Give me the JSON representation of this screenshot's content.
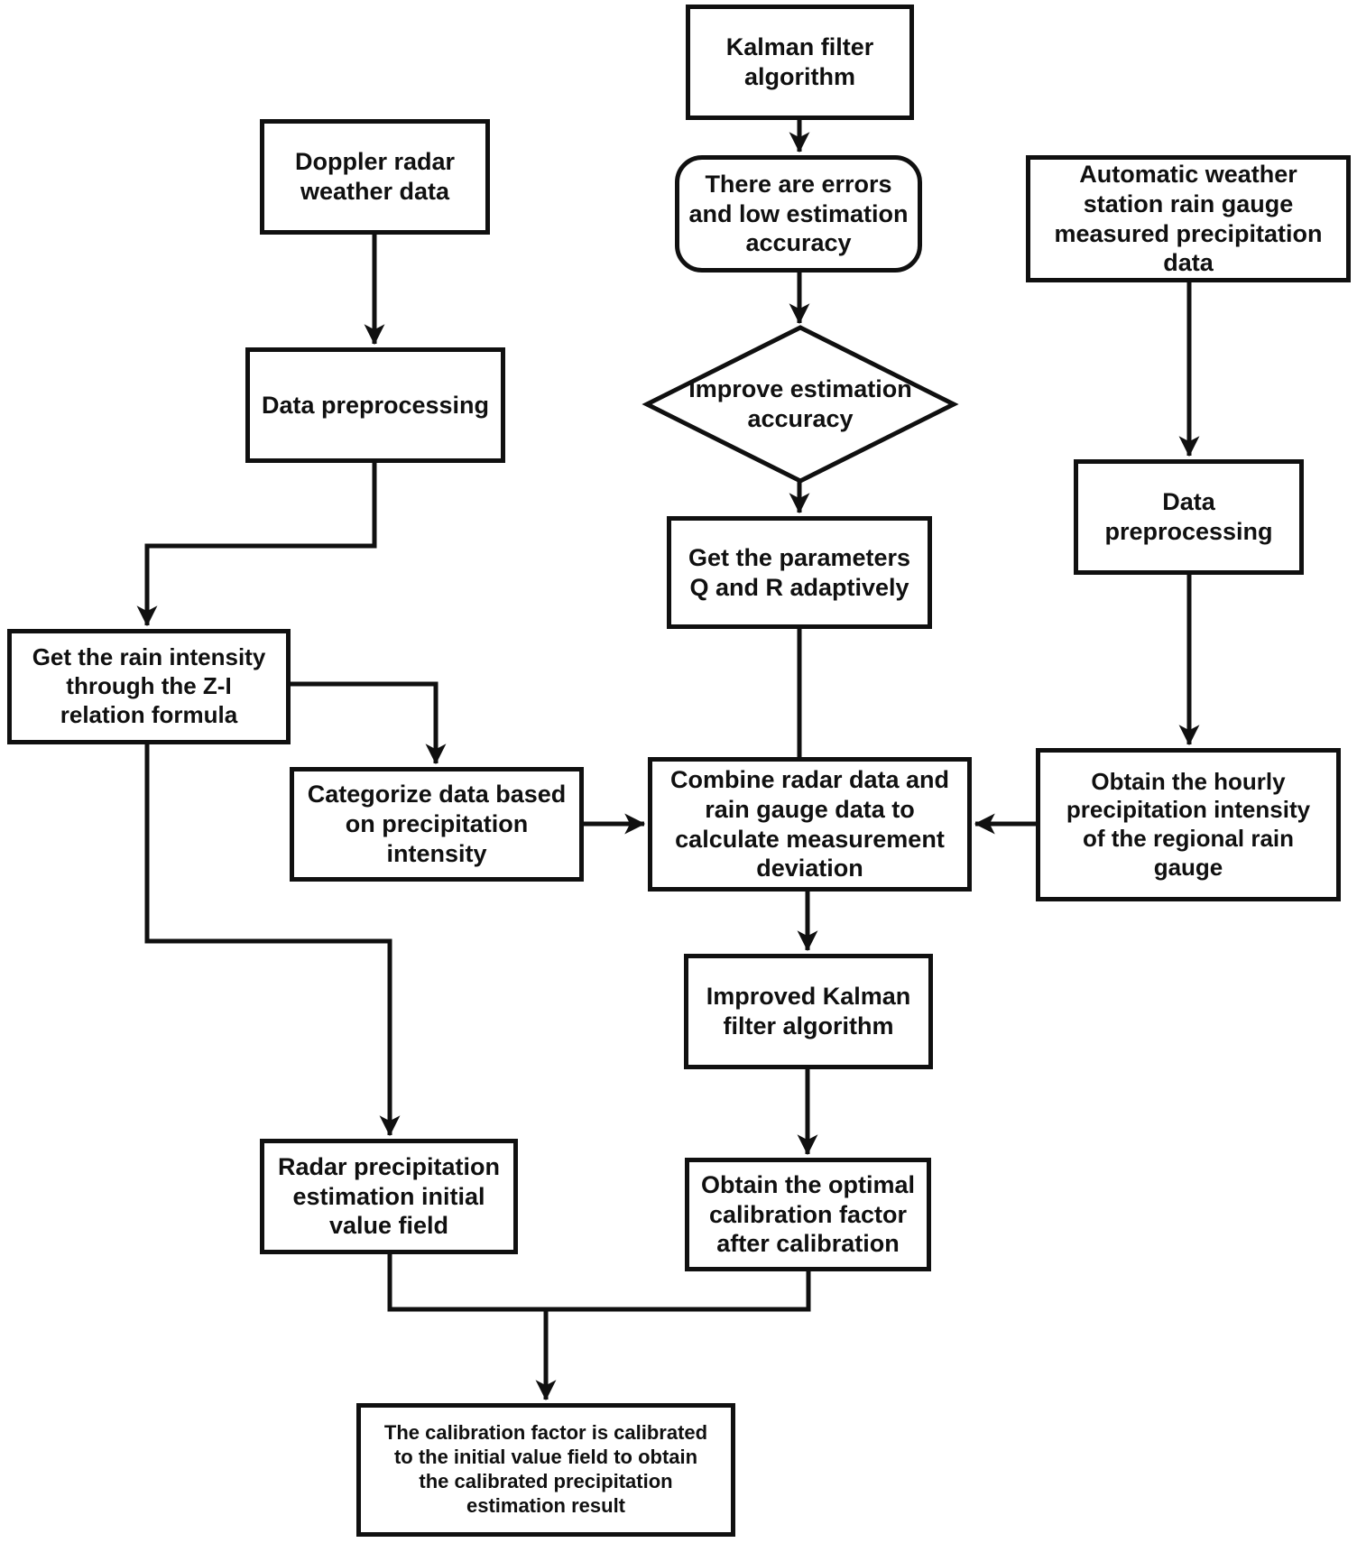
{
  "diagram": {
    "type": "flowchart",
    "background_color": "#ffffff",
    "stroke_color": "#101010",
    "text_color": "#101010",
    "nodes": {
      "kalman": {
        "shape": "process",
        "label": "Kalman filter\nalgorithm"
      },
      "doppler": {
        "shape": "process",
        "label": "Doppler radar\nweather data"
      },
      "errors": {
        "shape": "terminator",
        "label": "There are errors\nand low estimation\naccuracy"
      },
      "auto_weather": {
        "shape": "process",
        "label": "Automatic weather\nstation rain gauge\nmeasured precipitation\ndata"
      },
      "data_prep_left": {
        "shape": "process",
        "label": "Data preprocessing"
      },
      "improve": {
        "shape": "decision",
        "label": "Improve estimation\naccuracy"
      },
      "data_prep_right": {
        "shape": "process",
        "label": "Data\npreprocessing"
      },
      "get_params": {
        "shape": "process",
        "label": "Get the parameters\nQ and R adaptively"
      },
      "get_rain": {
        "shape": "process",
        "label": "Get the rain intensity\nthrough the Z-I\nrelation formula"
      },
      "categorize": {
        "shape": "process",
        "label": "Categorize data based\non precipitation\nintensity"
      },
      "combine": {
        "shape": "process",
        "label": "Combine radar data and\nrain gauge data to\ncalculate measurement\ndeviation"
      },
      "hourly": {
        "shape": "process",
        "label": "Obtain the hourly\nprecipitation intensity\nof the regional rain\ngauge"
      },
      "improved_kalman": {
        "shape": "process",
        "label": "Improved Kalman\nfilter algorithm"
      },
      "radar_init": {
        "shape": "process",
        "label": "Radar precipitation\nestimation initial\nvalue field"
      },
      "optimal": {
        "shape": "process",
        "label": "Obtain the optimal\ncalibration factor\nafter calibration"
      },
      "final": {
        "shape": "process",
        "label": "The calibration factor is calibrated\nto the initial value field to obtain\nthe calibrated precipitation\nestimation result"
      }
    },
    "edges": [
      {
        "from": "kalman",
        "to": "errors",
        "arrow": true
      },
      {
        "from": "errors",
        "to": "improve",
        "arrow": true
      },
      {
        "from": "improve",
        "to": "get_params",
        "arrow": true
      },
      {
        "from": "get_params",
        "to": "combine",
        "arrow": false
      },
      {
        "from": "doppler",
        "to": "data_prep_left",
        "arrow": true
      },
      {
        "from": "data_prep_left",
        "to": "get_rain",
        "arrow": true
      },
      {
        "from": "get_rain",
        "to": "categorize",
        "arrow": true
      },
      {
        "from": "get_rain",
        "to": "radar_init",
        "arrow": true
      },
      {
        "from": "categorize",
        "to": "combine",
        "arrow": true
      },
      {
        "from": "auto_weather",
        "to": "data_prep_right",
        "arrow": true
      },
      {
        "from": "data_prep_right",
        "to": "hourly",
        "arrow": true
      },
      {
        "from": "hourly",
        "to": "combine",
        "arrow": true
      },
      {
        "from": "combine",
        "to": "improved_kalman",
        "arrow": true
      },
      {
        "from": "improved_kalman",
        "to": "optimal",
        "arrow": true
      },
      {
        "from": "radar_init",
        "to": "final",
        "arrow": true
      },
      {
        "from": "optimal",
        "to": "final",
        "arrow": true
      }
    ]
  }
}
